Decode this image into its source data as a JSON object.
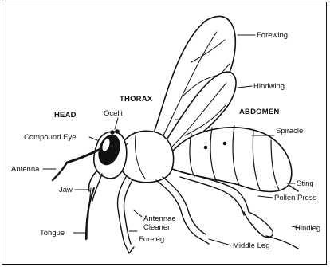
{
  "sections": {
    "head": "HEAD",
    "thorax": "THORAX",
    "abdomen": "ABDOMEN"
  },
  "labels": {
    "ocelli": "Ocelli",
    "compound_eye": "Compound Eye",
    "antenna": "Antenna",
    "jaw": "Jaw",
    "tongue": "Tongue",
    "forewing": "Forewing",
    "hindwing": "Hindwing",
    "spiracle": "Spiracle",
    "sting": "Sting",
    "pollen_press": "Pollen Press",
    "hindleg": "Hindleg",
    "middle_leg": "Middle Leg",
    "antennae_cleaner_line1": "Antennae",
    "antennae_cleaner_line2": "Cleaner",
    "foreleg": "Foreleg"
  }
}
